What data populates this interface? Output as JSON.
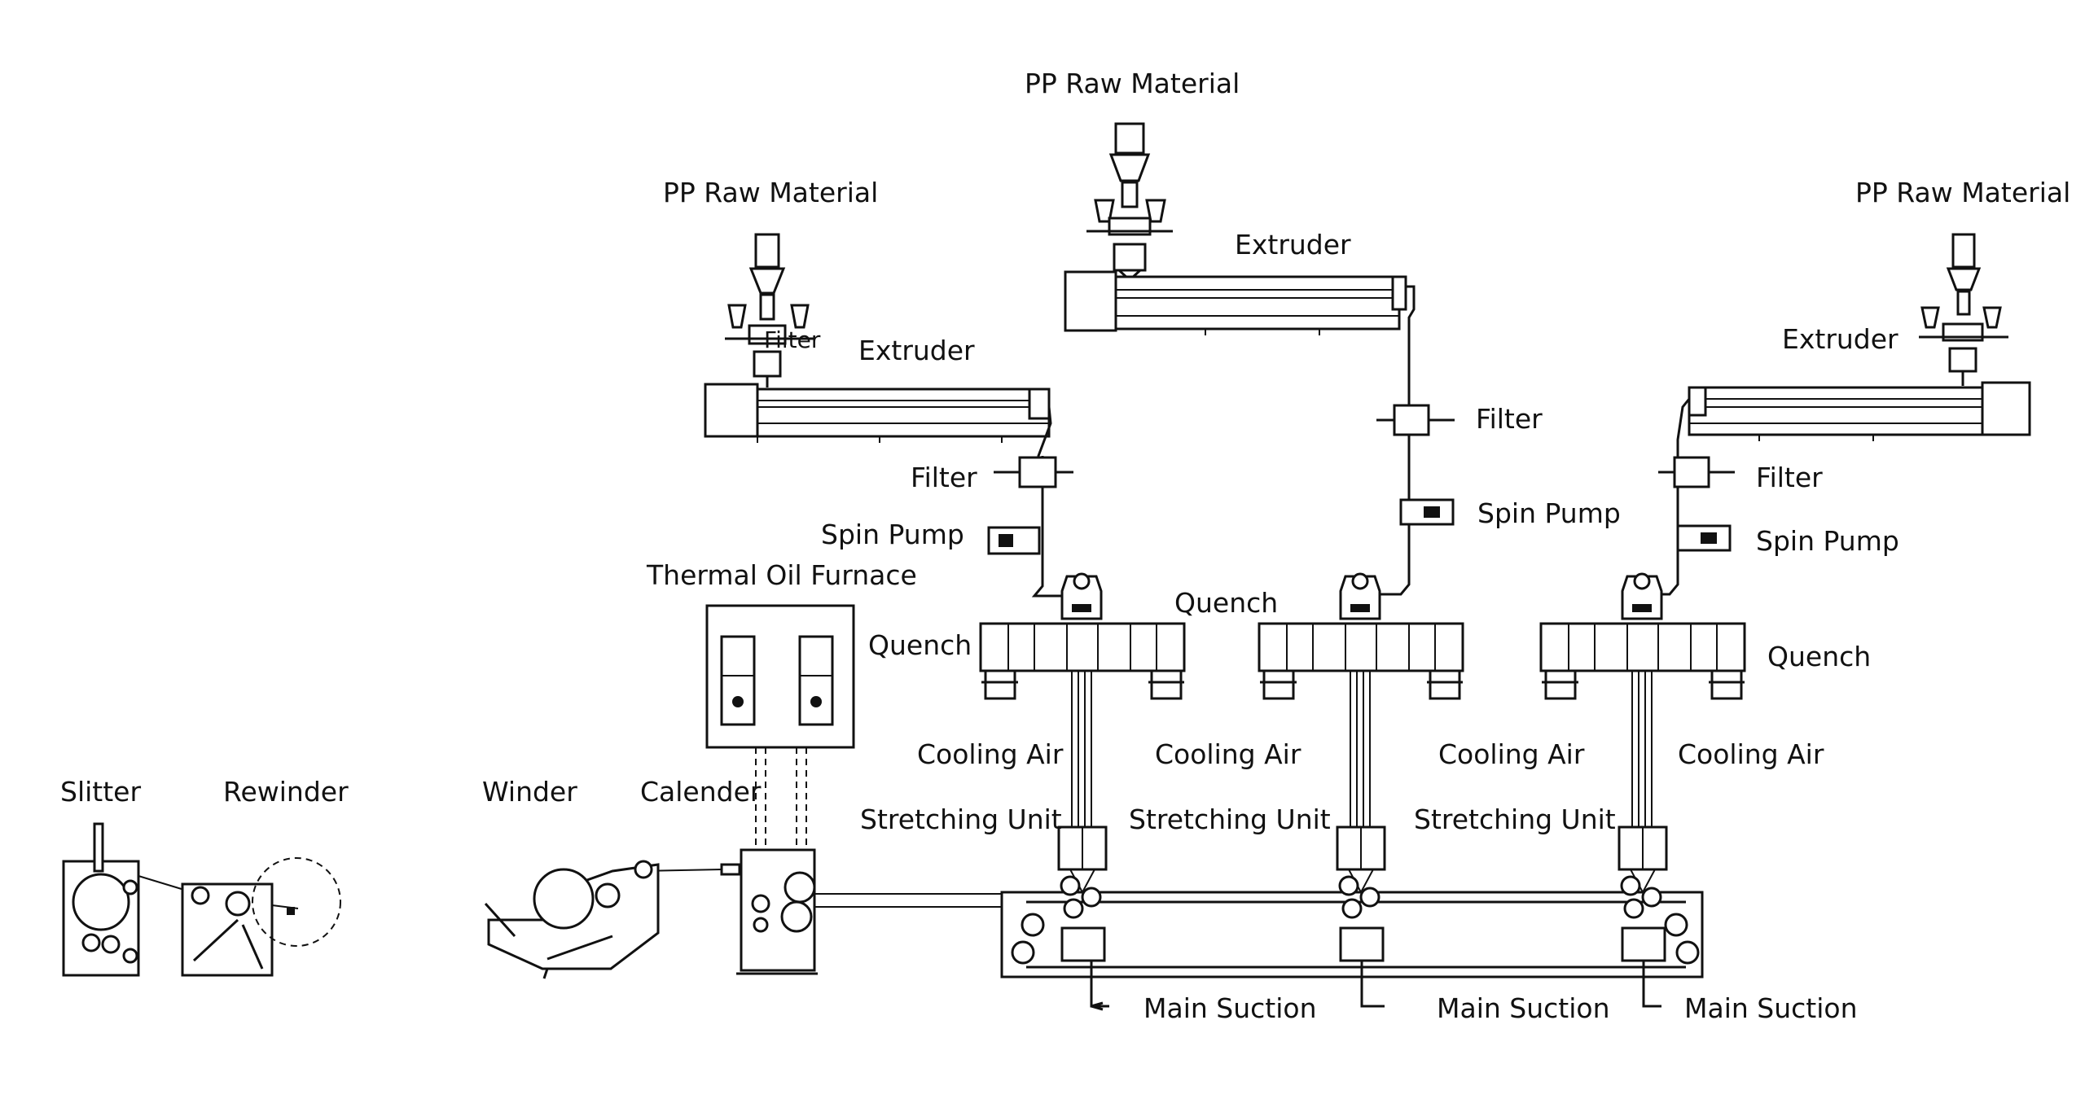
{
  "labels": {
    "raw_center": "PP Raw Material",
    "raw_left": "PP Raw Material",
    "raw_right": "PP Raw Material",
    "extruder_center": "Extruder",
    "extruder_left": "Extruder",
    "extruder_right": "Extruder",
    "filter_left": "Filter",
    "filter_center": "Filter",
    "filter_right": "Filter",
    "filter_hopper": "Filter",
    "spin_pump_left": "Spin Pump",
    "spin_pump_center": "Spin Pump",
    "spin_pump_right": "Spin Pump",
    "thermal_oil_furnace": "Thermal Oil Furnace",
    "quench_left": "Quench",
    "quench_center": "Quench",
    "quench_right": "Quench",
    "cooling_air_1": "Cooling Air",
    "cooling_air_2": "Cooling Air",
    "cooling_air_3": "Cooling Air",
    "cooling_air_4": "Cooling Air",
    "stretching_unit_1": "Stretching Unit",
    "stretching_unit_2": "Stretching Unit",
    "stretching_unit_3": "Stretching Unit",
    "slitter": "Slitter",
    "rewinder": "Rewinder",
    "winder": "Winder",
    "calender": "Calender",
    "main_suction_1": "Main Suction",
    "main_suction_2": "Main Suction",
    "main_suction_3": "Main Suction"
  }
}
